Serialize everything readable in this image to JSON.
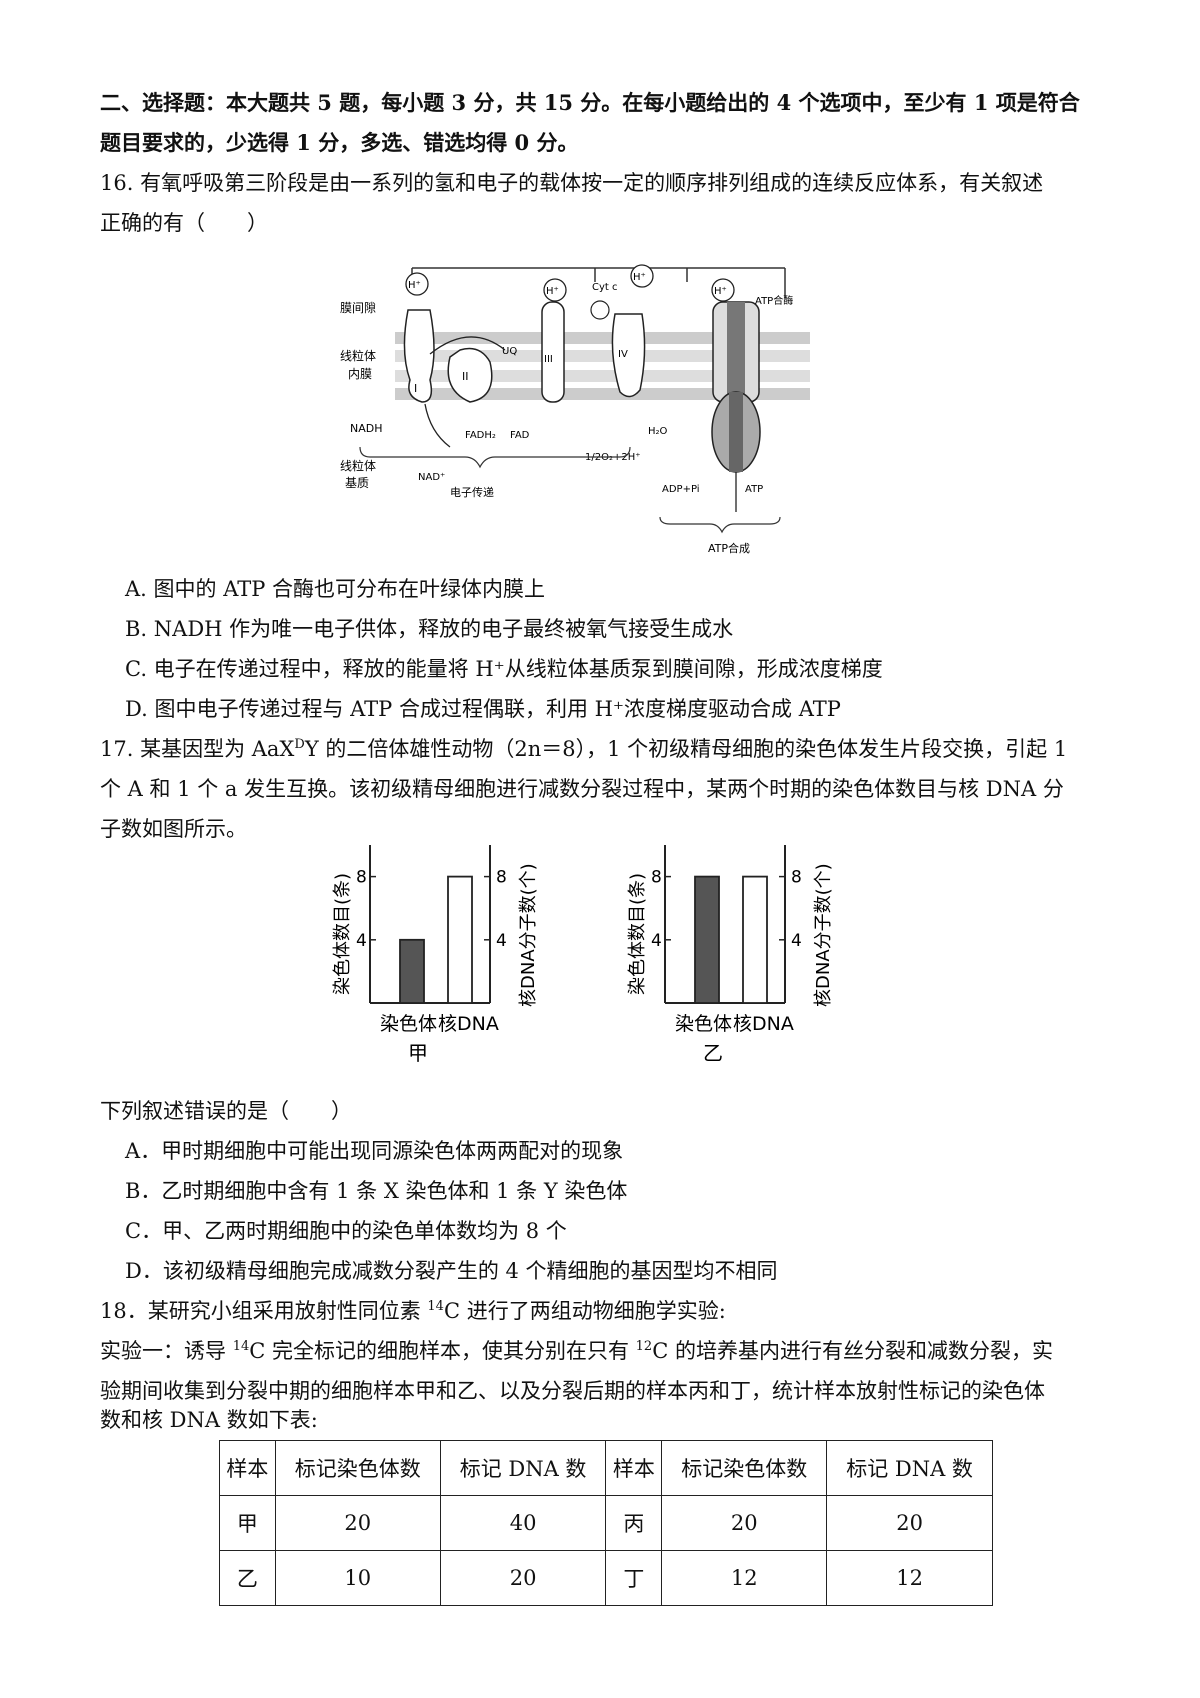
{
  "section": {
    "line1": "二、选择题：本大题共 5 题，每小题 3 分，共 15 分。在每小题给出的 4 个选项中，至少有 1 项是符合",
    "line2": "题目要求的，少选得 1 分，多选、错选均得 0 分。"
  },
  "q16": {
    "line1": "16. 有氧呼吸第三阶段是由一系列的氢和电子的载体按一定的顺序排列组成的连续反应体系，有关叙述",
    "line2": "正确的有（　　）",
    "figure": {
      "membrane_space": "膜间隙",
      "inner_membrane_1": "线粒体",
      "inner_membrane_2": "内膜",
      "matrix_1": "线粒体",
      "matrix_2": "基质",
      "nadh": "NADH",
      "nad": "NAD⁺",
      "fadh2": "FADH₂",
      "fad": "FAD",
      "o2": "1/2O₂+2H⁺",
      "h2o": "H₂O",
      "cytc": "Cyt c",
      "uq": "UQ",
      "atp_synthase": "ATP合酶",
      "adp": "ADP+Pi",
      "atp": "ATP",
      "electron_transfer": "电子传递",
      "atp_synthesis": "ATP合成",
      "complex_I": "I",
      "complex_II": "II",
      "complex_III": "III",
      "complex_IV": "IV",
      "h_plus": "H⁺"
    },
    "options": [
      "A. 图中的 ATP 合酶也可分布在叶绿体内膜上",
      "B. NADH 作为唯一电子供体，释放的电子最终被氧气接受生成水",
      "C. 电子在传递过程中，释放的能量将 H⁺从线粒体基质泵到膜间隙，形成浓度梯度",
      "D. 图中电子传递过程与 ATP 合成过程偶联，利用 H⁺浓度梯度驱动合成 ATP"
    ]
  },
  "q17": {
    "line1_pre": "17. 某基因型为 AaX",
    "line1_sup": "D",
    "line1_post": "Y 的二倍体雄性动物（2n＝8），1 个初级精母细胞的染色体发生片段交换，引起 1",
    "line2": "个 A 和 1 个 a 发生互换。该初级精母细胞进行减数分裂过程中，某两个时期的染色体数目与核 DNA 分",
    "line3": "子数如图所示。",
    "question": "下列叙述错误的是（　　）",
    "options": [
      "A．甲时期细胞中可能出现同源染色体两两配对的现象",
      "B．乙时期细胞中含有 1 条 X 染色体和 1 条 Y 染色体",
      "C．甲、乙两时期细胞中的染色单体数均为 8 个",
      "D．该初级精母细胞完成减数分裂产生的 4 个精细胞的基因型均不相同"
    ]
  },
  "chart_data": [
    {
      "type": "bar",
      "title": "甲",
      "categories": [
        "染色体",
        "核DNA"
      ],
      "values": [
        4,
        8
      ],
      "ylabel_left": "染色体数目(条)",
      "ylabel_right": "核DNA分子数(个)",
      "yticks": [
        4,
        8
      ],
      "fills": [
        "#555555",
        "#ffffff"
      ]
    },
    {
      "type": "bar",
      "title": "乙",
      "categories": [
        "染色体",
        "核DNA"
      ],
      "values": [
        8,
        8
      ],
      "ylabel_left": "染色体数目(条)",
      "ylabel_right": "核DNA分子数(个)",
      "yticks": [
        4,
        8
      ],
      "fills": [
        "#555555",
        "#ffffff"
      ]
    }
  ],
  "q18": {
    "line1_pre": "18．某研究小组采用放射性同位素 ",
    "line1_sup": "14",
    "line1_post": "C 进行了两组动物细胞学实验:",
    "line2_a": "实验一：诱导 ",
    "line2_sup1": "14",
    "line2_b": "C 完全标记的细胞样本，使其分别在只有 ",
    "line2_sup2": "12",
    "line2_c": "C 的培养基内进行有丝分裂和减数分裂，实",
    "line3": "验期间收集到分裂中期的细胞样本甲和乙、以及分裂后期的样本丙和丁，统计样本放射性标记的染色体",
    "line4": "数和核 DNA 数如下表:",
    "table": {
      "headers": [
        "样本",
        "标记染色体数",
        "标记 DNA 数",
        "样本",
        "标记染色体数",
        "标记 DNA 数"
      ],
      "rows": [
        [
          "甲",
          "20",
          "40",
          "丙",
          "20",
          "20"
        ],
        [
          "乙",
          "10",
          "20",
          "丁",
          "12",
          "12"
        ]
      ]
    }
  }
}
